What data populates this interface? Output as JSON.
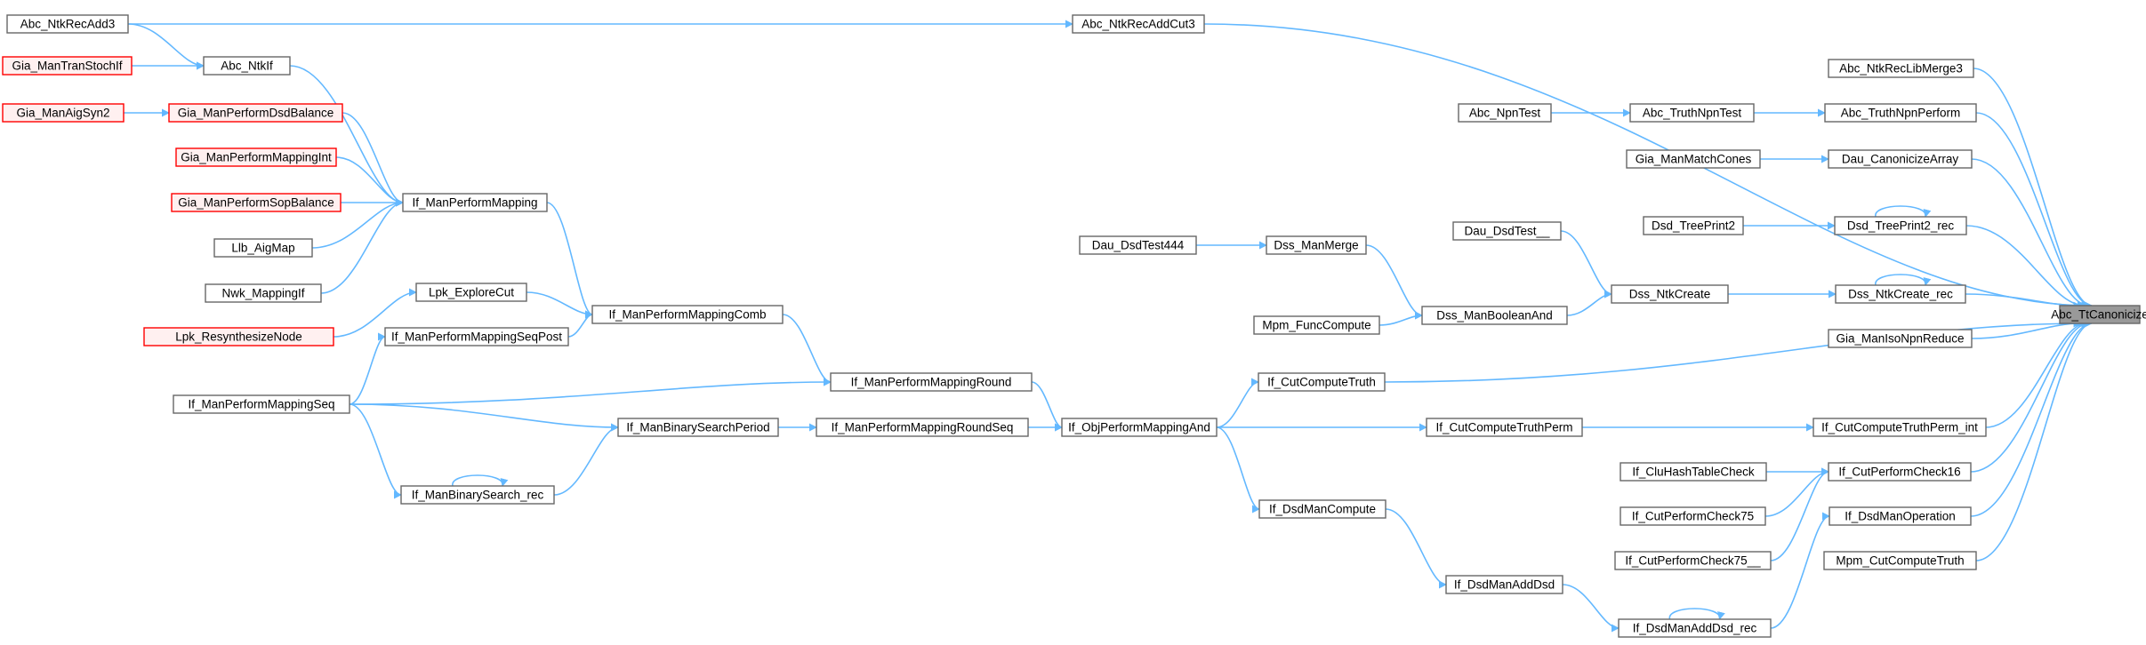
{
  "diagram": {
    "title": "",
    "colors": {
      "edge": "#63b8ff",
      "node_border": "#666666",
      "red_border": "#ff0000",
      "red_fill": "#fff0f0",
      "root_fill": "#999999"
    },
    "nodes": [
      {
        "id": "n1",
        "label": "Abc_NtkRecAdd3",
        "style": "normal"
      },
      {
        "id": "n2",
        "label": "Abc_NtkRecAddCut3",
        "style": "normal"
      },
      {
        "id": "n3",
        "label": "Gia_ManTranStochIf",
        "style": "red"
      },
      {
        "id": "n4",
        "label": "Abc_NtkIf",
        "style": "normal"
      },
      {
        "id": "n5",
        "label": "Gia_ManAigSyn2",
        "style": "red"
      },
      {
        "id": "n6",
        "label": "Gia_ManPerformDsdBalance",
        "style": "red"
      },
      {
        "id": "n7",
        "label": "Gia_ManPerformMappingInt",
        "style": "red"
      },
      {
        "id": "n8",
        "label": "Gia_ManPerformSopBalance",
        "style": "red"
      },
      {
        "id": "n9",
        "label": "If_ManPerformMapping",
        "style": "normal"
      },
      {
        "id": "n10",
        "label": "Llb_AigMap",
        "style": "normal"
      },
      {
        "id": "n11",
        "label": "Nwk_MappingIf",
        "style": "normal"
      },
      {
        "id": "n12",
        "label": "Lpk_ExploreCut",
        "style": "normal"
      },
      {
        "id": "n13",
        "label": "Lpk_ResynthesizeNode",
        "style": "red"
      },
      {
        "id": "n14",
        "label": "If_ManPerformMappingComb",
        "style": "normal"
      },
      {
        "id": "n15",
        "label": "If_ManPerformMappingSeqPost",
        "style": "normal"
      },
      {
        "id": "n16",
        "label": "If_ManPerformMappingSeq",
        "style": "normal"
      },
      {
        "id": "n17",
        "label": "If_ManPerformMappingRound",
        "style": "normal"
      },
      {
        "id": "n18",
        "label": "If_ManBinarySearchPeriod",
        "style": "normal"
      },
      {
        "id": "n19",
        "label": "If_ManPerformMappingRoundSeq",
        "style": "normal"
      },
      {
        "id": "n20",
        "label": "If_ManBinarySearch_rec",
        "style": "normal"
      },
      {
        "id": "n21",
        "label": "If_ObjPerformMappingAnd",
        "style": "normal"
      },
      {
        "id": "n22",
        "label": "If_CutComputeTruth",
        "style": "normal"
      },
      {
        "id": "n23",
        "label": "If_CutComputeTruthPerm",
        "style": "normal"
      },
      {
        "id": "n24",
        "label": "If_DsdManCompute",
        "style": "normal"
      },
      {
        "id": "n25",
        "label": "If_DsdManAddDsd",
        "style": "normal"
      },
      {
        "id": "n26",
        "label": "If_DsdManAddDsd_rec",
        "style": "normal"
      },
      {
        "id": "n27",
        "label": "Dau_DsdTest444",
        "style": "normal"
      },
      {
        "id": "n28",
        "label": "Dss_ManMerge",
        "style": "normal"
      },
      {
        "id": "n29",
        "label": "Dau_DsdTest__",
        "style": "normal"
      },
      {
        "id": "n30",
        "label": "Mpm_FuncCompute",
        "style": "normal"
      },
      {
        "id": "n31",
        "label": "Dss_ManBooleanAnd",
        "style": "normal"
      },
      {
        "id": "n32",
        "label": "Dss_NtkCreate",
        "style": "normal"
      },
      {
        "id": "n33",
        "label": "Abc_NpnTest",
        "style": "normal"
      },
      {
        "id": "n34",
        "label": "Abc_TruthNpnTest",
        "style": "normal"
      },
      {
        "id": "n35",
        "label": "Gia_ManMatchCones",
        "style": "normal"
      },
      {
        "id": "n36",
        "label": "Dsd_TreePrint2",
        "style": "normal"
      },
      {
        "id": "n37",
        "label": "Abc_NtkRecLibMerge3",
        "style": "normal"
      },
      {
        "id": "n38",
        "label": "Abc_TruthNpnPerform",
        "style": "normal"
      },
      {
        "id": "n39",
        "label": "Dau_CanonicizeArray",
        "style": "normal"
      },
      {
        "id": "n40",
        "label": "Dsd_TreePrint2_rec",
        "style": "normal"
      },
      {
        "id": "n41",
        "label": "Dss_NtkCreate_rec",
        "style": "normal"
      },
      {
        "id": "n42",
        "label": "Gia_ManIsoNpnReduce",
        "style": "normal"
      },
      {
        "id": "n43",
        "label": "If_CutComputeTruthPerm_int",
        "style": "normal"
      },
      {
        "id": "n44",
        "label": "If_CluHashTableCheck",
        "style": "normal"
      },
      {
        "id": "n45",
        "label": "If_CutPerformCheck16",
        "style": "normal"
      },
      {
        "id": "n46",
        "label": "If_CutPerformCheck75",
        "style": "normal"
      },
      {
        "id": "n47",
        "label": "If_CutPerformCheck75__",
        "style": "normal"
      },
      {
        "id": "n48",
        "label": "If_DsdManOperation",
        "style": "normal"
      },
      {
        "id": "n49",
        "label": "Mpm_CutComputeTruth",
        "style": "normal"
      },
      {
        "id": "n50",
        "label": "Abc_TtCanonicize",
        "style": "root"
      }
    ],
    "edges": [
      [
        "n1",
        "n2"
      ],
      [
        "n2",
        "n50"
      ],
      [
        "n1",
        "n4"
      ],
      [
        "n3",
        "n4"
      ],
      [
        "n4",
        "n9"
      ],
      [
        "n5",
        "n6"
      ],
      [
        "n6",
        "n9"
      ],
      [
        "n7",
        "n9"
      ],
      [
        "n8",
        "n9"
      ],
      [
        "n10",
        "n9"
      ],
      [
        "n11",
        "n9"
      ],
      [
        "n9",
        "n14"
      ],
      [
        "n12",
        "n14"
      ],
      [
        "n13",
        "n12"
      ],
      [
        "n15",
        "n14"
      ],
      [
        "n16",
        "n15"
      ],
      [
        "n14",
        "n17"
      ],
      [
        "n16",
        "n17"
      ],
      [
        "n16",
        "n18"
      ],
      [
        "n16",
        "n20"
      ],
      [
        "n20",
        "n20"
      ],
      [
        "n20",
        "n18"
      ],
      [
        "n18",
        "n19"
      ],
      [
        "n17",
        "n21"
      ],
      [
        "n19",
        "n21"
      ],
      [
        "n21",
        "n22"
      ],
      [
        "n21",
        "n23"
      ],
      [
        "n21",
        "n24"
      ],
      [
        "n24",
        "n25"
      ],
      [
        "n25",
        "n26"
      ],
      [
        "n26",
        "n26"
      ],
      [
        "n27",
        "n28"
      ],
      [
        "n28",
        "n31"
      ],
      [
        "n30",
        "n31"
      ],
      [
        "n31",
        "n32"
      ],
      [
        "n29",
        "n32"
      ],
      [
        "n32",
        "n41"
      ],
      [
        "n33",
        "n34"
      ],
      [
        "n34",
        "n38"
      ],
      [
        "n35",
        "n39"
      ],
      [
        "n36",
        "n40"
      ],
      [
        "n40",
        "n40"
      ],
      [
        "n41",
        "n41"
      ],
      [
        "n37",
        "n50"
      ],
      [
        "n38",
        "n50"
      ],
      [
        "n39",
        "n50"
      ],
      [
        "n40",
        "n50"
      ],
      [
        "n41",
        "n50"
      ],
      [
        "n42",
        "n50"
      ],
      [
        "n22",
        "n50"
      ],
      [
        "n23",
        "n43"
      ],
      [
        "n43",
        "n50"
      ],
      [
        "n44",
        "n45"
      ],
      [
        "n46",
        "n45"
      ],
      [
        "n47",
        "n45"
      ],
      [
        "n45",
        "n50"
      ],
      [
        "n26",
        "n48"
      ],
      [
        "n48",
        "n50"
      ],
      [
        "n49",
        "n50"
      ]
    ]
  }
}
